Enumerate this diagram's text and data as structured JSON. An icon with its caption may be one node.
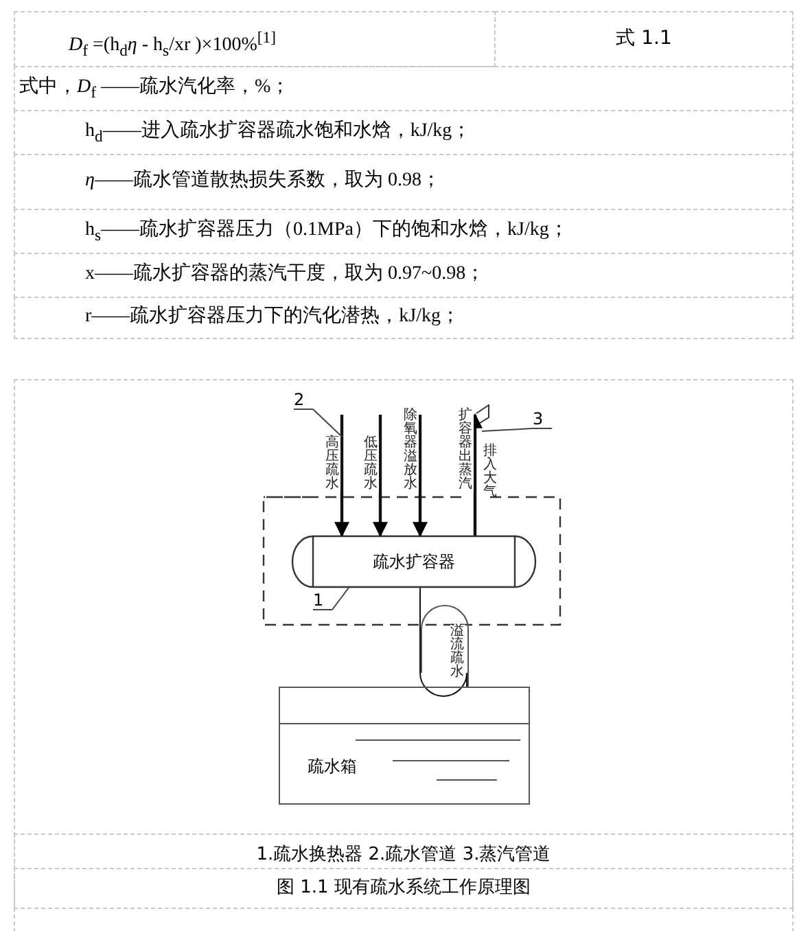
{
  "diagram": {
    "caption": "图 1.1 现有疏水系统工作原理图",
    "nodes": [
      {
        "text": [
          "疏水扩容器"
        ]
      },
      {
        "text": [
          "疏水箱"
        ]
      },
      {
        "text": [
          "1"
        ]
      },
      {
        "text": [
          "2"
        ]
      },
      {
        "text": [
          "3"
        ]
      }
    ],
    "edges": [
      {
        "from": null,
        "to": 0,
        "arrow": "to",
        "label": "高压疏水"
      },
      {
        "from": null,
        "to": 0,
        "arrow": "to",
        "label": "低压疏水"
      },
      {
        "from": null,
        "to": 0,
        "arrow": "to",
        "label": "除氧器溢放水"
      },
      {
        "from": 0,
        "to": null,
        "arrow": "to",
        "label": "扩容器出蒸汽"
      },
      {
        "from": 0,
        "to": 1,
        "arrow": "none",
        "label": "溢流疏水"
      },
      {
        "from": 2,
        "to": 0,
        "arrow": "none"
      },
      {
        "from": 3,
        "to": null,
        "arrow": "none"
      },
      {
        "from": 4,
        "to": null,
        "arrow": "none"
      }
    ],
    "labels": [
      "*D*$_{f}$ =(h$_{d}$*η* - h$_{s}$/xr )×100%$^{[1]}$",
      "式 1.1",
      "式中，*D*$_{f}$ ——疏水汽化率，%；",
      "h$_{d}$——进入疏水扩容器疏水饱和水焓，kJ/kg；",
      "*η*——疏水管道散热损失系数，取为 0.98；",
      "h$_{s}$——疏水扩容器压力（0.1MPa）下的饱和水焓，kJ/kg；",
      "x——疏水扩容器的蒸汽干度，取为 0.97~0.98；",
      "r——疏水扩容器压力下的汽化潜热，kJ/kg；",
      "排入大气",
      "1.疏水换热器 2.疏水管道 3.蒸汽管道"
    ]
  }
}
